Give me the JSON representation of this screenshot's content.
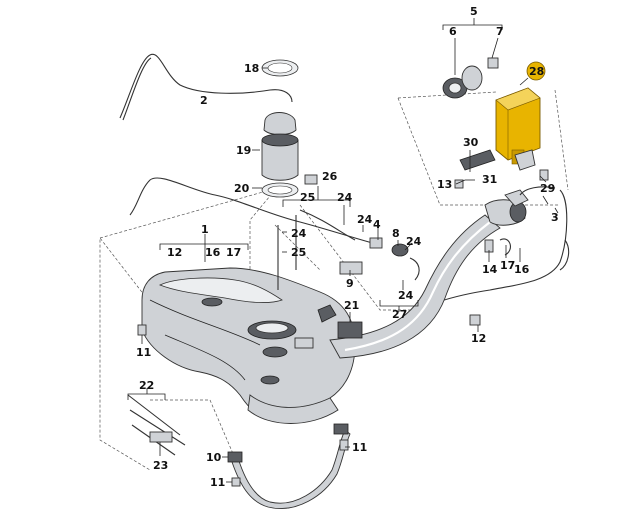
{
  "diagram": {
    "highlight_color": "#e8b400",
    "tank_color": "#c9cbcf",
    "callouts": {
      "c1": "1",
      "c2": "2",
      "c3": "3",
      "c4": "4",
      "c5": "5",
      "c6": "6",
      "c7": "7",
      "c8": "8",
      "c9": "9",
      "c10a": "10",
      "c11a": "11",
      "c11b": "11",
      "c11c": "11",
      "c12a": "12",
      "c12b": "12",
      "c13": "13",
      "c14": "14",
      "c16a": "16",
      "c16b": "16",
      "c17a": "17",
      "c17b": "17",
      "c18": "18",
      "c19": "19",
      "c20": "20",
      "c21": "21",
      "c22": "22",
      "c23": "23",
      "c24a": "24",
      "c24b": "24",
      "c24c": "24",
      "c24d": "24",
      "c24e": "24",
      "c25a": "25",
      "c25b": "25",
      "c26": "26",
      "c27": "27",
      "c28": "28",
      "c29": "29",
      "c30": "30",
      "c31": "31"
    }
  }
}
